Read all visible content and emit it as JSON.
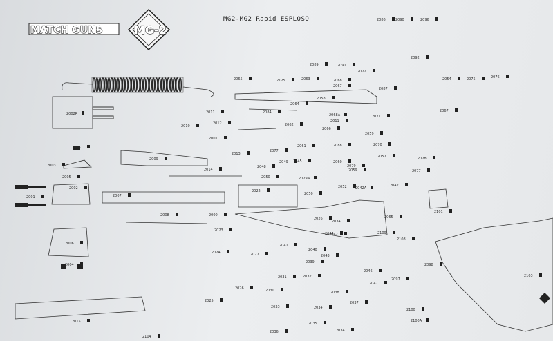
{
  "header": {
    "logo_left": "MATCH GUNS",
    "logo_right": "MG-2",
    "title": "MG2-MG2 Rapid  ESPLOSO"
  },
  "parts": [
    "2086",
    "2090",
    "2096",
    "2092",
    "2072",
    "2089",
    "2091",
    "2054",
    "2075",
    "2076",
    "2065",
    "2125",
    "2063",
    "2068",
    "2067",
    "2087",
    "2058",
    "2064",
    "2084",
    "2068A",
    "2011",
    "2071",
    "2062",
    "2066",
    "2059",
    "2088",
    "2067",
    "2002R",
    "2011",
    "2012",
    "2010",
    "2001",
    "2004",
    "2009",
    "2013",
    "2061",
    "2077",
    "2045",
    "2070",
    "2060",
    "2079",
    "2078",
    "2057",
    "2077",
    "2003",
    "2014",
    "2048",
    "2049",
    "2059",
    "2050",
    "2079A",
    "2052",
    "2042A",
    "2042",
    "2005",
    "2002",
    "2050",
    "2022",
    "2026",
    "2034",
    "2001",
    "2007",
    "2101",
    "2008",
    "2000",
    "2065",
    "2109",
    "2108",
    "2023",
    "2006",
    "2027",
    "2024",
    "2041",
    "2040",
    "2044",
    "2043",
    "2042",
    "2039",
    "2046",
    "2047",
    "2004",
    "2097",
    "2098",
    "2026",
    "2025",
    "2031",
    "2032",
    "2033",
    "2034",
    "2030",
    "2038",
    "2037",
    "2100",
    "2100A",
    "2103",
    "2034",
    "2035",
    "2036",
    "2015",
    "2104"
  ]
}
